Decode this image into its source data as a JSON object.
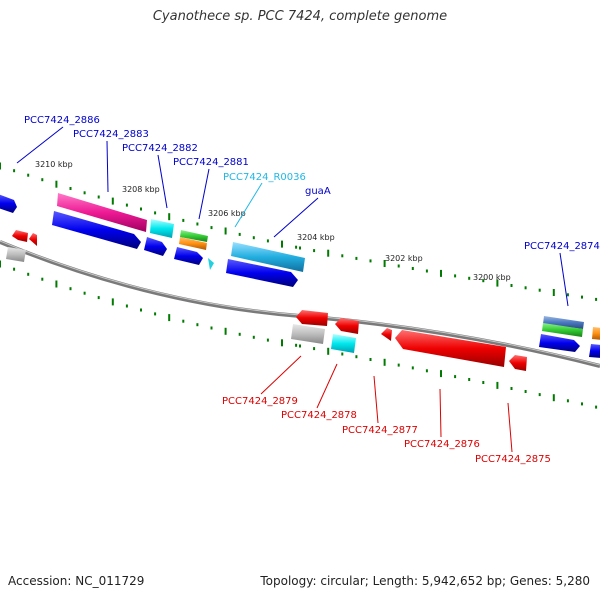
{
  "title": "Cyanothece sp. PCC 7424, complete genome",
  "footer": {
    "accession": "Accession: NC_011729",
    "summary": "Topology: circular; Length: 5,942,652 bp; Genes: 5,280"
  },
  "scale": {
    "ticks": [
      "3210 kbp",
      "3208 kbp",
      "3206 kbp",
      "3204 kbp",
      "3202 kbp",
      "3200 kbp"
    ]
  },
  "genes": {
    "forward": [
      {
        "label": "PCC7424_2886",
        "color": "#0000cc"
      },
      {
        "label": "PCC7424_2883",
        "color": "#0000cc"
      },
      {
        "label": "PCC7424_2882",
        "color": "#0000cc"
      },
      {
        "label": "PCC7424_2881",
        "color": "#0000cc"
      },
      {
        "label": "PCC7424_R0036",
        "color": "#1fb8e6"
      },
      {
        "label": "guaA",
        "color": "#0000cc"
      },
      {
        "label": "PCC7424_2874",
        "color": "#0000cc"
      }
    ],
    "reverse": [
      {
        "label": "PCC7424_2879",
        "color": "#dd0000"
      },
      {
        "label": "PCC7424_2878",
        "color": "#dd0000"
      },
      {
        "label": "PCC7424_2877",
        "color": "#dd0000"
      },
      {
        "label": "PCC7424_2876",
        "color": "#dd0000"
      },
      {
        "label": "PCC7424_2875",
        "color": "#dd0000"
      }
    ]
  },
  "colors": {
    "cds_forward": "#0000ff",
    "cds_reverse": "#ff0000",
    "backbone": "#7a7a7a",
    "tick": "#007a00"
  }
}
